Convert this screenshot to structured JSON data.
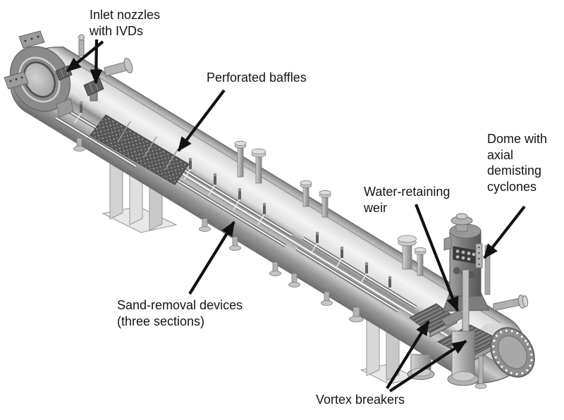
{
  "diagram": {
    "subject": "Cutaway isometric illustration of a horizontal separator vessel with internals",
    "labels": {
      "inlet": "Inlet nozzles\nwith IVDs",
      "baffles": "Perforated baffles",
      "dome": "Dome with\naxial\ndemisting\ncyclones",
      "weir": "Water-retaining\nweir",
      "sand": "Sand-removal devices\n(three sections)",
      "vortex": "Vortex breakers"
    },
    "colors": {
      "background": "#ffffff",
      "text": "#141414",
      "arrow": "#111111",
      "shell_highlight": "#f3f3f3",
      "shell_mid": "#a8a8a8",
      "shell_dark": "#6d6d6d",
      "internals_dark": "#4a4a4a",
      "support_light": "#e2e2e2"
    }
  }
}
